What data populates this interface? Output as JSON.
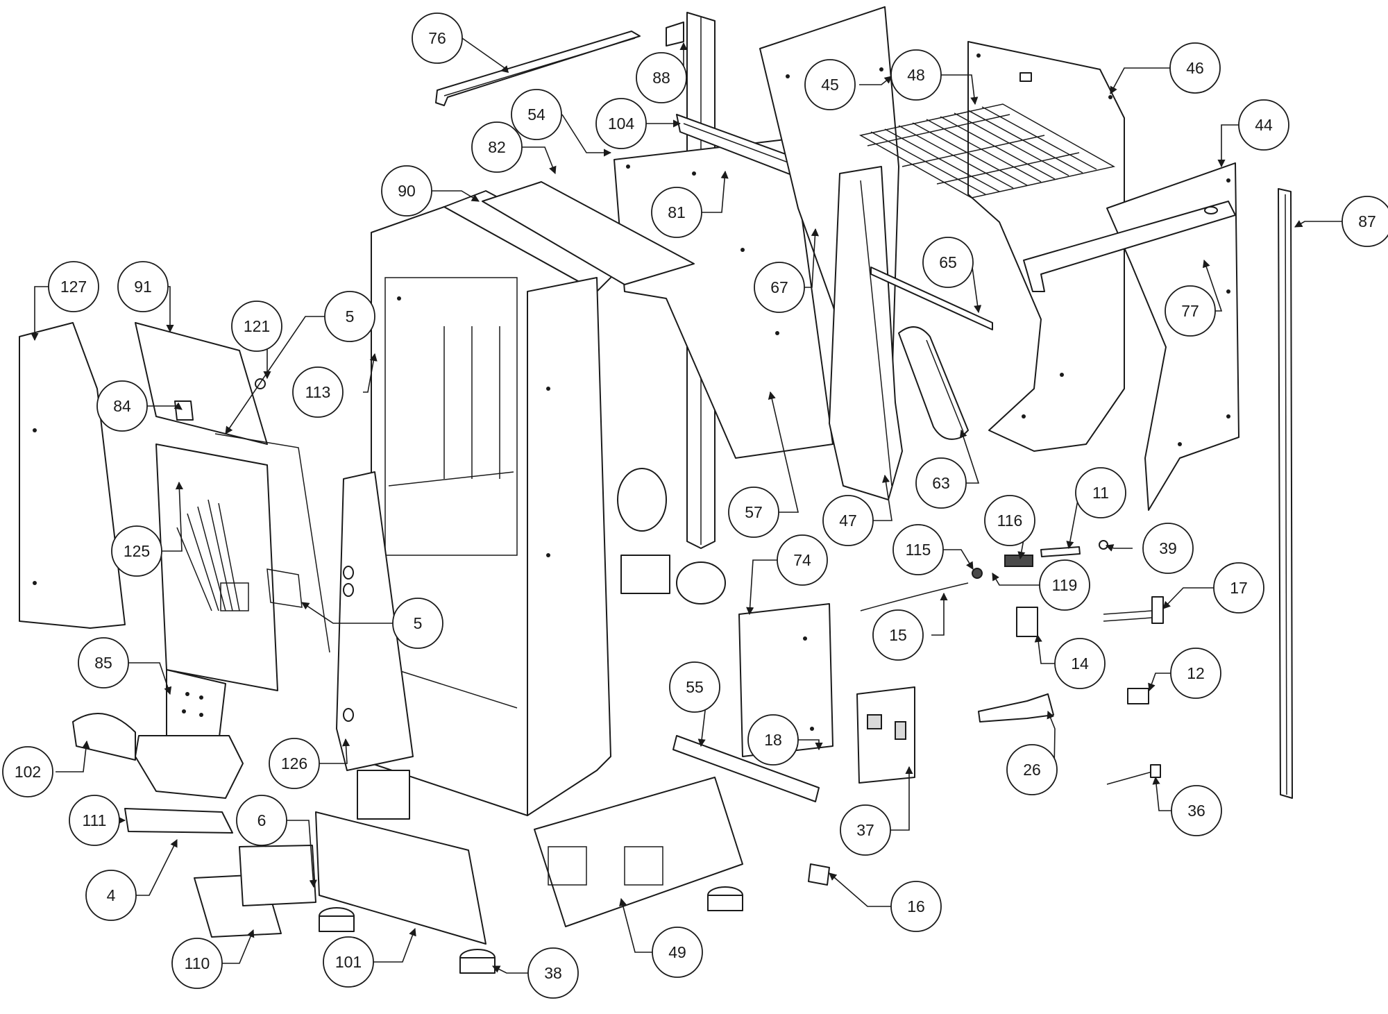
{
  "diagram": {
    "callouts": [
      "76",
      "88",
      "54",
      "104",
      "45",
      "48",
      "46",
      "44",
      "87",
      "82",
      "90",
      "81",
      "65",
      "67",
      "77",
      "127",
      "91",
      "121",
      "5",
      "113",
      "84",
      "125",
      "57",
      "47",
      "63",
      "11",
      "116",
      "115",
      "39",
      "119",
      "74",
      "17",
      "15",
      "14",
      "12",
      "85",
      "55",
      "102",
      "18",
      "37",
      "26",
      "36",
      "111",
      "6",
      "126",
      "4",
      "16",
      "110",
      "101",
      "49",
      "38"
    ]
  }
}
